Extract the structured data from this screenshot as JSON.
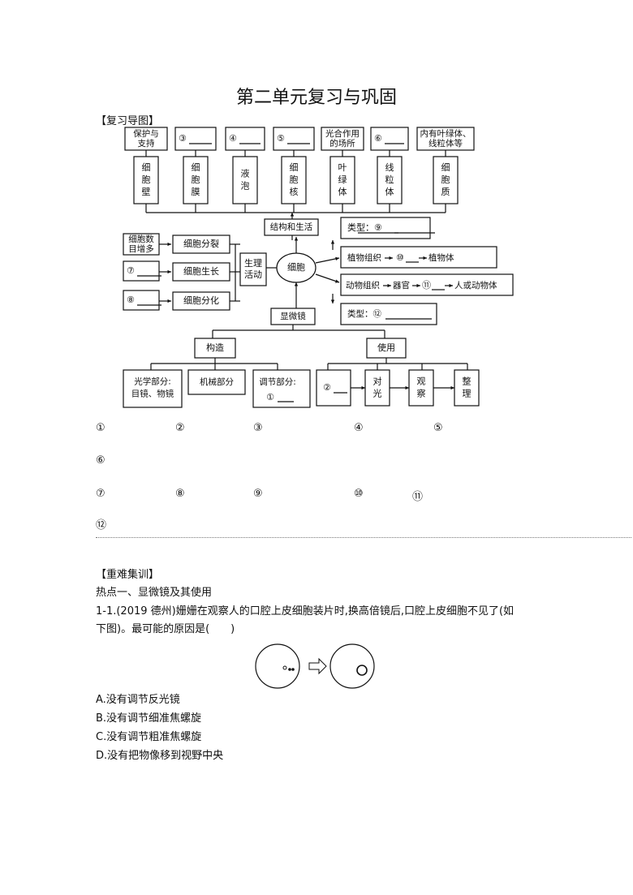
{
  "title": "第二单元复习与巩固",
  "section_review_map": "【复习导图】",
  "diagram": {
    "top_labels": [
      "保护与\n支持",
      "③",
      "④",
      "⑤",
      "光合作用\n的场所",
      "⑥",
      "内有叶绿体、\n线粒体等"
    ],
    "organelles": [
      "细\n胞\n壁",
      "细\n胞\n膜",
      "液\n泡",
      "细\n胞\n核",
      "叶\n绿\n体",
      "线\n粒\n体",
      "细\n胞\n质"
    ],
    "structure_life": "结构和生活",
    "cell": "细胞",
    "life_activity": "生理\n活动",
    "left_notes": [
      "细胞数\n目增多",
      "⑦",
      "⑧"
    ],
    "left_processes": [
      "细胞分裂",
      "细胞生长",
      "细胞分化"
    ],
    "type_top": "类型：⑨",
    "plant_chain": [
      "植物组织",
      "⑩",
      "植物体"
    ],
    "animal_chain": [
      "动物组织",
      "器官",
      "⑪",
      "人或动物体"
    ],
    "type_bottom": "类型：⑫",
    "microscope": "显微镜",
    "construct": "构造",
    "use": "使用",
    "construct_parts": [
      "光学部分:\n目镜、物镜",
      "机械部分",
      "调节部分:\n①"
    ],
    "use_steps": [
      "②",
      "对\n光",
      "观\n察",
      "整\n理"
    ]
  },
  "blank_rows": [
    [
      "①",
      "②",
      "③",
      "④",
      "⑤"
    ],
    [
      "⑥"
    ],
    [
      "⑦",
      "⑧",
      "⑨",
      "⑩",
      "⑪"
    ],
    [
      "⑫"
    ]
  ],
  "section_training": "【重难集训】",
  "hotspot": "热点一、显微镜及其使用",
  "question": {
    "stem_line1": "1-1.(2019 德州)姗姗在观察人的口腔上皮细胞装片时,换高倍镜后,口腔上皮细胞不见了(如",
    "stem_line2": "下图)。最可能的原因是(　　)",
    "options": [
      "A.没有调节反光镜",
      "B.没有调节细准焦螺旋",
      "C.没有调节粗准焦螺旋",
      "D.没有把物像移到视野中央"
    ]
  }
}
